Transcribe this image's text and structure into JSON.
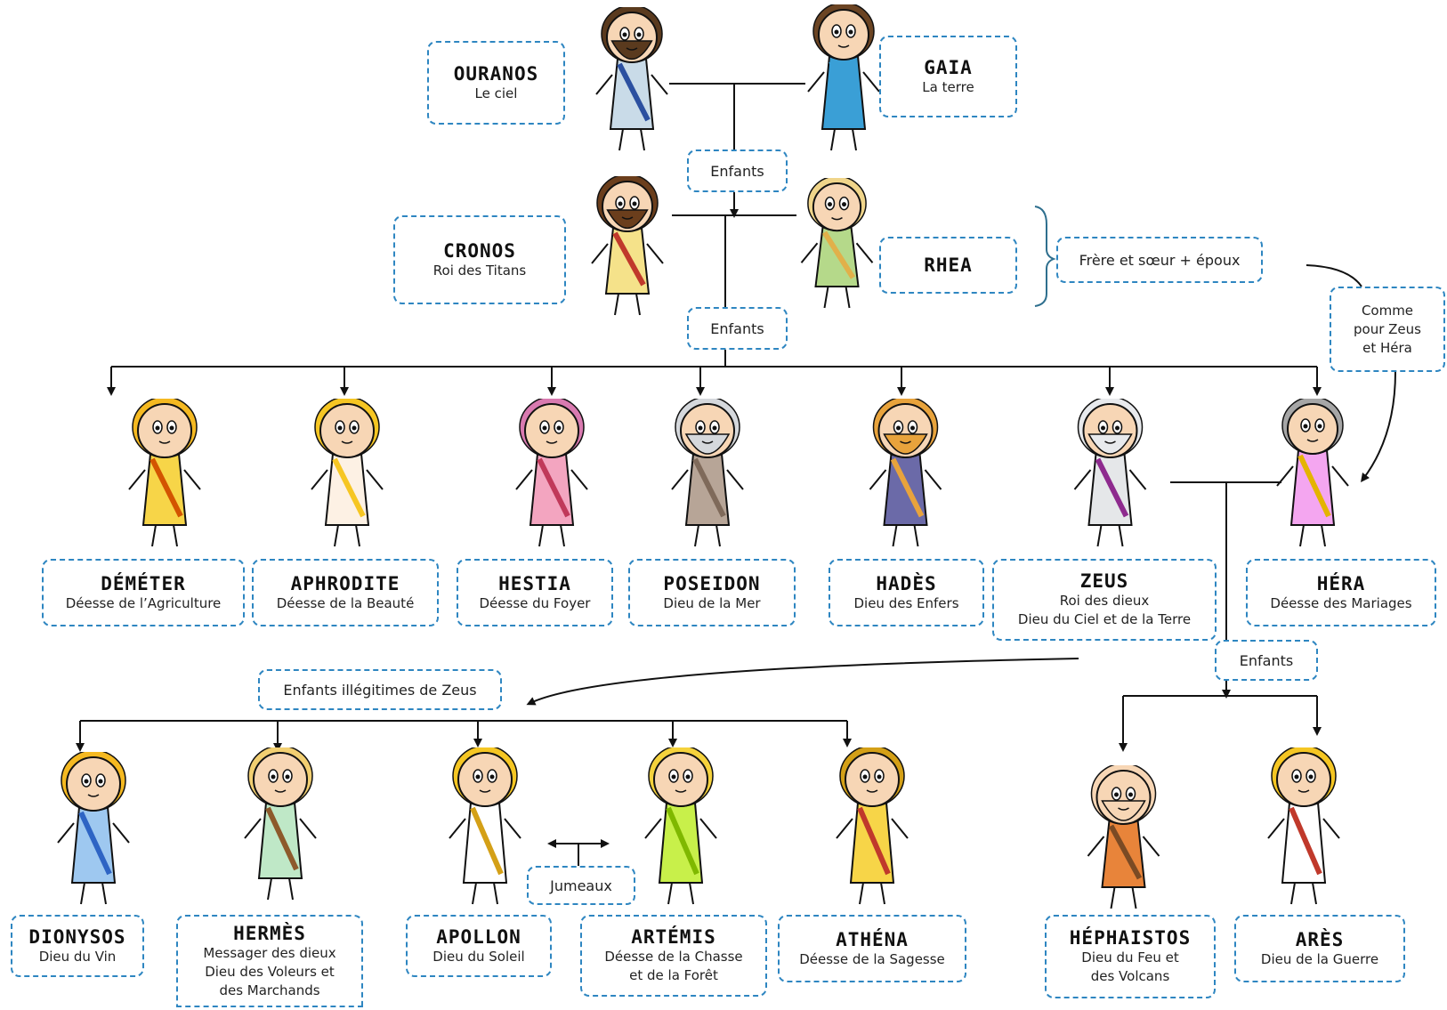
{
  "colors": {
    "box_border": "#2e86c1",
    "line": "#111111",
    "skin": "#f7d6b5"
  },
  "gods": {
    "ouranos": {
      "name": "OURANOS",
      "title": "Le ciel"
    },
    "gaia": {
      "name": "GAIA",
      "title": "La terre"
    },
    "cronos": {
      "name": "CRONOS",
      "title": "Roi des Titans"
    },
    "rhea": {
      "name": "RHEA"
    },
    "demeter": {
      "name": "DÉMÉTER",
      "title": "Déesse de l’Agriculture"
    },
    "aphrodite": {
      "name": "APHRODITE",
      "title": "Déesse de la Beauté"
    },
    "hestia": {
      "name": "HESTIA",
      "title": "Déesse du Foyer"
    },
    "poseidon": {
      "name": "POSEIDON",
      "title": "Dieu de la Mer"
    },
    "hades": {
      "name": "HADÈS",
      "title": "Dieu des Enfers"
    },
    "zeus": {
      "name": "ZEUS",
      "title1": "Roi des dieux",
      "title2": "Dieu du Ciel et de la Terre"
    },
    "hera": {
      "name": "HÉRA",
      "title": "Déesse des Mariages"
    },
    "dionysos": {
      "name": "DIONYSOS",
      "title": "Dieu du Vin"
    },
    "hermes": {
      "name": "HERMÈS",
      "title1": "Messager des dieux",
      "title2": "Dieu des Voleurs et",
      "title3": "des Marchands"
    },
    "apollon": {
      "name": "APOLLON",
      "title": "Dieu du Soleil"
    },
    "artemis": {
      "name": "ARTÉMIS",
      "title1": "Déesse de la Chasse",
      "title2": "et de la Forêt"
    },
    "athena": {
      "name": "ATHÉNA",
      "title": "Déesse de la Sagesse"
    },
    "hephaistos": {
      "name": "HÉPHAISTOS",
      "title1": "Dieu du Feu et",
      "title2": "des Volcans"
    },
    "ares": {
      "name": "ARÈS",
      "title": "Dieu de la Guerre"
    }
  },
  "labels": {
    "enfants_1": "Enfants",
    "enfants_2": "Enfants",
    "enfants_3": "Enfants",
    "frere_soeur": "Frère et sœur + époux",
    "comme_1": "Comme",
    "comme_2": "pour Zeus",
    "comme_3": "et Héra",
    "illegitimes": "Enfants illégitimes de Zeus",
    "jumeaux": "Jumeaux"
  },
  "figures": [
    {
      "id": "ouranos",
      "hair": "#5a3a1e",
      "robe": "#c9dbe8",
      "sash": "#2c50a0",
      "beard": true
    },
    {
      "id": "gaia",
      "hair": "#6b4423",
      "robe": "#3a9fd6",
      "sash": "#3a9fd6",
      "beard": false
    },
    {
      "id": "cronos",
      "hair": "#6b3e1c",
      "robe": "#f5e28a",
      "sash": "#c0392b",
      "beard": true
    },
    {
      "id": "rhea",
      "hair": "#f0d58a",
      "robe": "#b5d98a",
      "sash": "#e1b04a",
      "beard": false
    },
    {
      "id": "demeter",
      "hair": "#f5b921",
      "robe": "#f7d548",
      "sash": "#d35400",
      "beard": false
    },
    {
      "id": "aphrodite",
      "hair": "#f6c623",
      "robe": "#fdf1e4",
      "sash": "#f6c623",
      "beard": false
    },
    {
      "id": "hestia",
      "hair": "#d97ab0",
      "robe": "#f3a5c0",
      "sash": "#c0395a",
      "beard": false
    },
    {
      "id": "poseidon",
      "hair": "#d5d8dc",
      "robe": "#b7a597",
      "sash": "#7f6a5a",
      "beard": true
    },
    {
      "id": "hades",
      "hair": "#e8a33c",
      "robe": "#6b6aa8",
      "sash": "#e8a33c",
      "beard": true
    },
    {
      "id": "zeus",
      "hair": "#e8eaed",
      "robe": "#e5e7e9",
      "sash": "#8e2a8e",
      "beard": true
    },
    {
      "id": "hera",
      "hair": "#a6a6a6",
      "robe": "#f4a6f0",
      "sash": "#e4b400",
      "beard": false
    },
    {
      "id": "dionysos",
      "hair": "#f5b921",
      "robe": "#9ec8f0",
      "sash": "#2e64c4",
      "beard": false
    },
    {
      "id": "hermes",
      "hair": "#f2cf71",
      "robe": "#bfe8c7",
      "sash": "#8d5a2b",
      "beard": false
    },
    {
      "id": "apollon",
      "hair": "#f5c623",
      "robe": "#ffffff",
      "sash": "#d4a017",
      "beard": false
    },
    {
      "id": "artemis",
      "hair": "#f5d23c",
      "robe": "#c8f04a",
      "sash": "#7fb800",
      "beard": false
    },
    {
      "id": "athena",
      "hair": "#d4a017",
      "robe": "#f7d548",
      "sash": "#c0392b",
      "beard": false
    },
    {
      "id": "hephaistos",
      "hair": "#f7d6b5",
      "robe": "#e8843a",
      "sash": "#7a4a24",
      "beard": true
    },
    {
      "id": "ares",
      "hair": "#f5c623",
      "robe": "#ffffff",
      "sash": "#c0392b",
      "beard": false
    }
  ]
}
